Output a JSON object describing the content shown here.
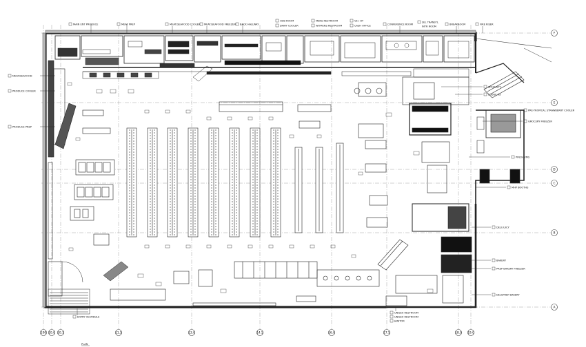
{
  "drawing": {
    "type": "architectural floor plan",
    "scale_note": "PLAN"
  },
  "grid_rows": [
    "F",
    "E",
    "D",
    "C",
    "B",
    "A"
  ],
  "grid_columns": [
    "100",
    "10.0",
    "10.1",
    "11.5",
    "13.0",
    "14.5",
    "16.0",
    "17.5",
    "18.0",
    "19.0"
  ],
  "room_labels": [
    {
      "key": "main-ent-produce",
      "text": "MAIN ENT PRODUCE"
    },
    {
      "key": "meat-prep",
      "text": "MEAT PREP"
    },
    {
      "key": "meat-seafood-cooler",
      "text": "MEAT/SEAFOOD COOLER"
    },
    {
      "key": "meat-seafood-freezer",
      "text": "MEAT/SEAFOOD FREEZER"
    },
    {
      "key": "back-hallway",
      "text": "BACK HALLWAY"
    },
    {
      "key": "hub-room",
      "text": "HUB ROOM"
    },
    {
      "key": "dairy-cooler",
      "text": "DAIRY COOLER"
    },
    {
      "key": "mens-restroom",
      "text": "MENS RESTROOM"
    },
    {
      "key": "womens-restroom",
      "text": "WOMENS RESTROOM"
    },
    {
      "key": "ve-ht",
      "text": "VE / HT"
    },
    {
      "key": "cash-office",
      "text": "CASH OFFICE"
    },
    {
      "key": "conference-room",
      "text": "CONFERENCE ROOM"
    },
    {
      "key": "sel-transtl",
      "text": "SEL TRANSTL"
    },
    {
      "key": "in-tr-room",
      "text": "INTR ROOM"
    },
    {
      "key": "breakroom",
      "text": "BREAKROOM"
    },
    {
      "key": "fire-riser",
      "text": "FIRE RISER"
    },
    {
      "key": "meat-seafood",
      "text": "MEAT/SEAFOOD"
    },
    {
      "key": "produce-cooler",
      "text": "PRODUCE COOLER"
    },
    {
      "key": "produce-prep",
      "text": "PRODUCE PREP"
    },
    {
      "key": "specialty",
      "text": "SPECIALTY"
    },
    {
      "key": "lodge-rs",
      "text": "LODGE RS"
    },
    {
      "key": "pre-trop-strawberry-cooler",
      "text": "PRE-TROPICAL STRAWBERRY COOLER"
    },
    {
      "key": "grocery-freezer",
      "text": "GROCERY FREEZER"
    },
    {
      "key": "pinch-vms",
      "text": "PINCH VMS"
    },
    {
      "key": "mhp-booths",
      "text": "MHP BOOTHS"
    },
    {
      "key": "deli-juicy",
      "text": "DELI JUICY"
    },
    {
      "key": "bakery",
      "text": "BAKERY"
    },
    {
      "key": "prep-bakery-freezer",
      "text": "PREP BAKERY FREEZER"
    },
    {
      "key": "deli-prep-bakery",
      "text": "DELI/PREP BAKERY"
    },
    {
      "key": "unisex-restroom-1",
      "text": "UNISEX RESTROOM"
    },
    {
      "key": "unisex-restroom-2",
      "text": "UNISEX RESTROOM"
    },
    {
      "key": "janitor",
      "text": "JANITOR"
    },
    {
      "key": "entry-vestibule",
      "text": "ENTRY VESTIBULE"
    }
  ]
}
